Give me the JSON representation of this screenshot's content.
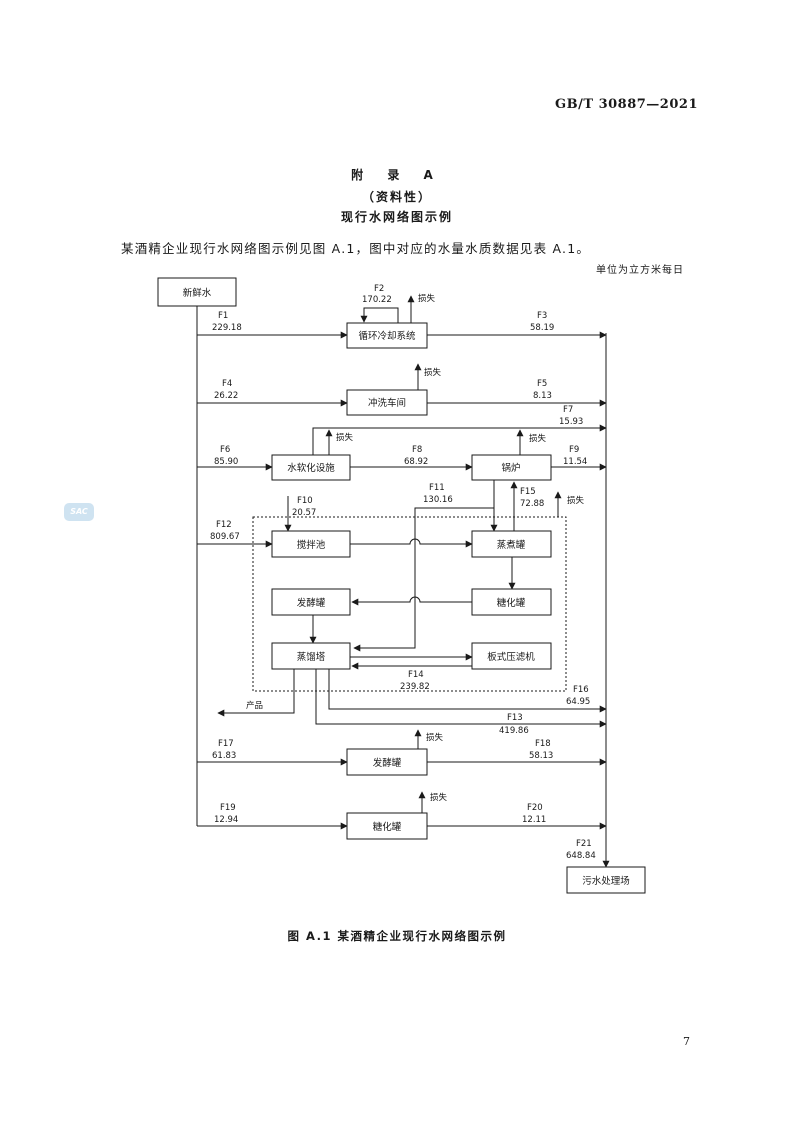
{
  "header": {
    "standard_code": "GB/T 30887—2021"
  },
  "appendix": {
    "title": "附 录 A",
    "type": "（资料性）",
    "name": "现行水网络图示例"
  },
  "intro": "某酒精企业现行水网络图示例见图 A.1，图中对应的水量水质数据见表 A.1。",
  "unit": "单位为立方米每日",
  "watermark": "SAC",
  "diagram": {
    "nodes": {
      "fresh_water": "新鲜水",
      "cooling": "循环冷却系统",
      "washing": "冲洗车间",
      "softening": "水软化设施",
      "boiler": "锅炉",
      "mixing": "搅拌池",
      "cooking": "蒸煮罐",
      "ferment": "发酵罐",
      "saccharify": "糖化罐",
      "distill": "蒸馏塔",
      "filter": "板式压滤机",
      "ferment2": "发酵罐",
      "saccharify2": "糖化罐",
      "wastewater": "污水处理场"
    },
    "loss": "损失",
    "product": "产品",
    "flows": {
      "F1": {
        "name": "F1",
        "value": "229.18"
      },
      "F2": {
        "name": "F2",
        "value": "170.22"
      },
      "F3": {
        "name": "F3",
        "value": "58.19"
      },
      "F4": {
        "name": "F4",
        "value": "26.22"
      },
      "F5": {
        "name": "F5",
        "value": "8.13"
      },
      "F6": {
        "name": "F6",
        "value": "85.90"
      },
      "F7": {
        "name": "F7",
        "value": "15.93"
      },
      "F8": {
        "name": "F8",
        "value": "68.92"
      },
      "F9": {
        "name": "F9",
        "value": "11.54"
      },
      "F10": {
        "name": "F10",
        "value": "20.57"
      },
      "F11": {
        "name": "F11",
        "value": "130.16"
      },
      "F12": {
        "name": "F12",
        "value": "809.67"
      },
      "F13": {
        "name": "F13",
        "value": "419.86"
      },
      "F14": {
        "name": "F14",
        "value": "239.82"
      },
      "F15": {
        "name": "F15",
        "value": "72.88"
      },
      "F16": {
        "name": "F16",
        "value": "64.95"
      },
      "F17": {
        "name": "F17",
        "value": "61.83"
      },
      "F18": {
        "name": "F18",
        "value": "58.13"
      },
      "F19": {
        "name": "F19",
        "value": "12.94"
      },
      "F20": {
        "name": "F20",
        "value": "12.11"
      },
      "F21": {
        "name": "F21",
        "value": "648.84"
      }
    }
  },
  "caption": "图 A.1   某酒精企业现行水网络图示例",
  "page_number": "7"
}
